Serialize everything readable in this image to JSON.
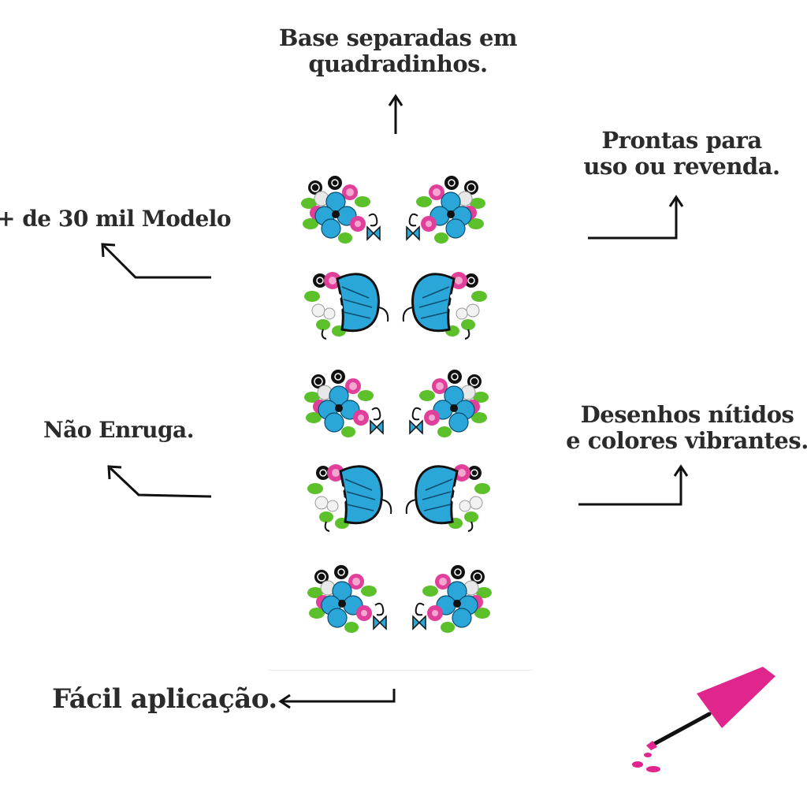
{
  "labels": {
    "base_line1": "Base separadas em",
    "base_line2": "quadradinhos.",
    "prontas_line1": "Prontas para",
    "prontas_line2": "uso ou revenda.",
    "modelos": "+ de 30 mil Modelo",
    "enruga": "Não Enruga.",
    "desenhos_line1": "Desenhos nítidos",
    "desenhos_line2": "e colores vibrantes.",
    "facil": "Fácil aplicação."
  },
  "colors": {
    "text": "#2b2b2b",
    "flower_blue": "#2aa6d8",
    "flower_pink": "#e0409a",
    "leaf_green": "#5cc02a",
    "brush_pink": "#e0268c"
  },
  "stickers": [
    {
      "type": "flower-cluster",
      "side": "left"
    },
    {
      "type": "flower-cluster",
      "side": "right"
    },
    {
      "type": "butterfly-cluster",
      "side": "left"
    },
    {
      "type": "butterfly-cluster",
      "side": "right"
    },
    {
      "type": "flower-cluster",
      "side": "left"
    },
    {
      "type": "flower-cluster",
      "side": "right"
    },
    {
      "type": "butterfly-cluster",
      "side": "left"
    },
    {
      "type": "butterfly-cluster",
      "side": "right"
    },
    {
      "type": "flower-cluster",
      "side": "left"
    },
    {
      "type": "flower-cluster",
      "side": "right"
    }
  ]
}
